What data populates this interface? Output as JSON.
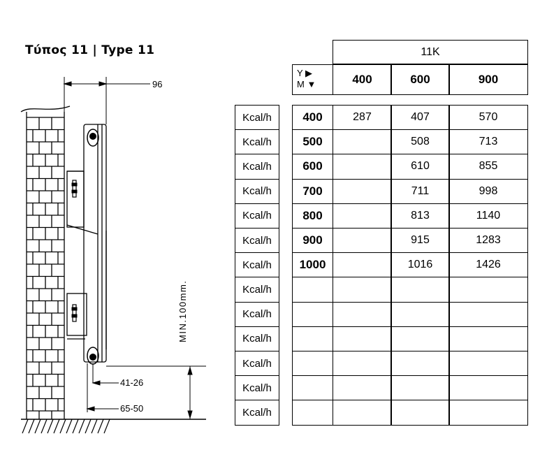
{
  "title": "Τύπος 11 | Type 11",
  "drawing": {
    "width_label": "96",
    "min_label": "MIN.100mm.",
    "dim1_label": "41-26",
    "dim2_label": "65-50"
  },
  "table": {
    "group_header": "11K",
    "y_label": "Y ▶",
    "m_label": "M ▼",
    "columns": [
      "400",
      "600",
      "900"
    ],
    "unit": "Kcal/h",
    "rows": [
      {
        "height": "400",
        "values": [
          "287",
          "407",
          "570"
        ]
      },
      {
        "height": "500",
        "values": [
          "",
          "508",
          "713"
        ]
      },
      {
        "height": "600",
        "values": [
          "",
          "610",
          "855"
        ]
      },
      {
        "height": "700",
        "values": [
          "",
          "711",
          "998"
        ]
      },
      {
        "height": "800",
        "values": [
          "",
          "813",
          "1140"
        ]
      },
      {
        "height": "900",
        "values": [
          "",
          "915",
          "1283"
        ]
      },
      {
        "height": "1000",
        "values": [
          "",
          "1016",
          "1426"
        ]
      },
      {
        "height": "",
        "values": [
          "",
          "",
          ""
        ]
      },
      {
        "height": "",
        "values": [
          "",
          "",
          ""
        ]
      },
      {
        "height": "",
        "values": [
          "",
          "",
          ""
        ]
      },
      {
        "height": "",
        "values": [
          "",
          "",
          ""
        ]
      },
      {
        "height": "",
        "values": [
          "",
          "",
          ""
        ]
      },
      {
        "height": "",
        "values": [
          "",
          "",
          ""
        ]
      }
    ]
  }
}
